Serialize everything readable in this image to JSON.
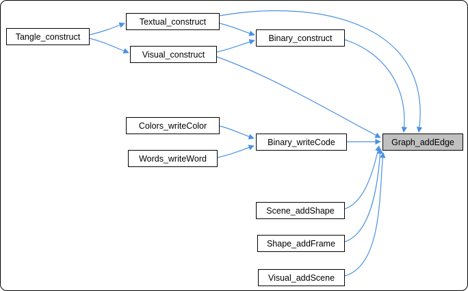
{
  "diagram": {
    "type": "call-graph",
    "highlight_node": "Graph_addEdge",
    "colors": {
      "edge": "#4a90e2",
      "node_bg": "#ffffff",
      "node_border": "#000000",
      "highlight_bg": "#c0c0c0",
      "text": "#000000",
      "background": "#ffffff"
    },
    "nodes": [
      {
        "id": "tangle_construct",
        "label": "Tangle_construct"
      },
      {
        "id": "textual_construct",
        "label": "Textual_construct"
      },
      {
        "id": "visual_construct",
        "label": "Visual_construct"
      },
      {
        "id": "binary_construct",
        "label": "Binary_construct"
      },
      {
        "id": "colors_writecolor",
        "label": "Colors_writeColor"
      },
      {
        "id": "words_writeword",
        "label": "Words_writeWord"
      },
      {
        "id": "binary_writecode",
        "label": "Binary_writeCode"
      },
      {
        "id": "scene_addshape",
        "label": "Scene_addShape"
      },
      {
        "id": "shape_addframe",
        "label": "Shape_addFrame"
      },
      {
        "id": "visual_addscene",
        "label": "Visual_addScene"
      },
      {
        "id": "graph_addedge",
        "label": "Graph_addEdge",
        "highlighted": true
      }
    ],
    "edges": [
      {
        "from": "Tangle_construct",
        "to": "Textual_construct"
      },
      {
        "from": "Tangle_construct",
        "to": "Visual_construct"
      },
      {
        "from": "Textual_construct",
        "to": "Binary_construct"
      },
      {
        "from": "Visual_construct",
        "to": "Binary_construct"
      },
      {
        "from": "Textual_construct",
        "to": "Graph_addEdge"
      },
      {
        "from": "Binary_construct",
        "to": "Graph_addEdge"
      },
      {
        "from": "Visual_construct",
        "to": "Graph_addEdge"
      },
      {
        "from": "Colors_writeColor",
        "to": "Binary_writeCode"
      },
      {
        "from": "Words_writeWord",
        "to": "Binary_writeCode"
      },
      {
        "from": "Binary_writeCode",
        "to": "Graph_addEdge"
      },
      {
        "from": "Scene_addShape",
        "to": "Graph_addEdge"
      },
      {
        "from": "Shape_addFrame",
        "to": "Graph_addEdge"
      },
      {
        "from": "Visual_addScene",
        "to": "Graph_addEdge"
      }
    ]
  }
}
